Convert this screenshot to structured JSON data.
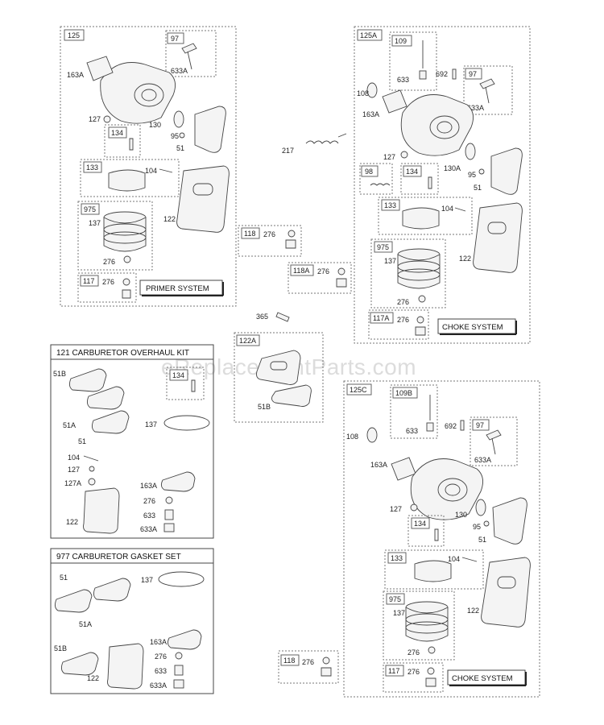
{
  "watermark": "eReplacementParts.com",
  "panels": {
    "p125": {
      "ref": "125",
      "subs": {
        "s97": "97",
        "s134": "134",
        "s133": "133",
        "s975": "975",
        "s117": "117"
      },
      "labels": [
        "163A",
        "633A",
        "127",
        "130",
        "95",
        "51",
        "104",
        "137",
        "122",
        "276",
        "276"
      ],
      "system": "PRIMER SYSTEM"
    },
    "p125A": {
      "ref": "125A",
      "subs": {
        "s109": "109",
        "s97": "97",
        "s98": "98",
        "s134": "134",
        "s133": "133",
        "s975": "975",
        "s117A": "117A"
      },
      "labels": [
        "633",
        "692",
        "108",
        "163A",
        "633A",
        "127",
        "130A",
        "95",
        "51",
        "104",
        "137",
        "122",
        "276",
        "276"
      ],
      "system": "CHOKE SYSTEM"
    },
    "p125C": {
      "ref": "125C",
      "subs": {
        "s109B": "109B",
        "s97": "97",
        "s134": "134",
        "s133": "133",
        "s975": "975",
        "s117": "117"
      },
      "labels": [
        "633",
        "692",
        "108",
        "163A",
        "633A",
        "127",
        "130",
        "95",
        "51",
        "104",
        "137",
        "122",
        "276",
        "276"
      ],
      "system": "CHOKE SYSTEM"
    },
    "kit121": {
      "title": "121 CARBURETOR OVERHAUL KIT",
      "subs": {
        "s134": "134"
      },
      "labels": [
        "51B",
        "51A",
        "51",
        "137",
        "104",
        "127",
        "127A",
        "163A",
        "276",
        "633",
        "122",
        "633A"
      ]
    },
    "set977": {
      "title": "977 CARBURETOR GASKET SET",
      "labels": [
        "51",
        "137",
        "51A",
        "51B",
        "163A",
        "276",
        "633",
        "122",
        "633A"
      ]
    },
    "loose": {
      "l217": "217",
      "l118a": "118",
      "l276a": "276",
      "l118A": "118A",
      "l276b": "276",
      "l365": "365",
      "l122A": "122A",
      "l51B": "51B",
      "l118b": "118",
      "l276c": "276"
    }
  }
}
